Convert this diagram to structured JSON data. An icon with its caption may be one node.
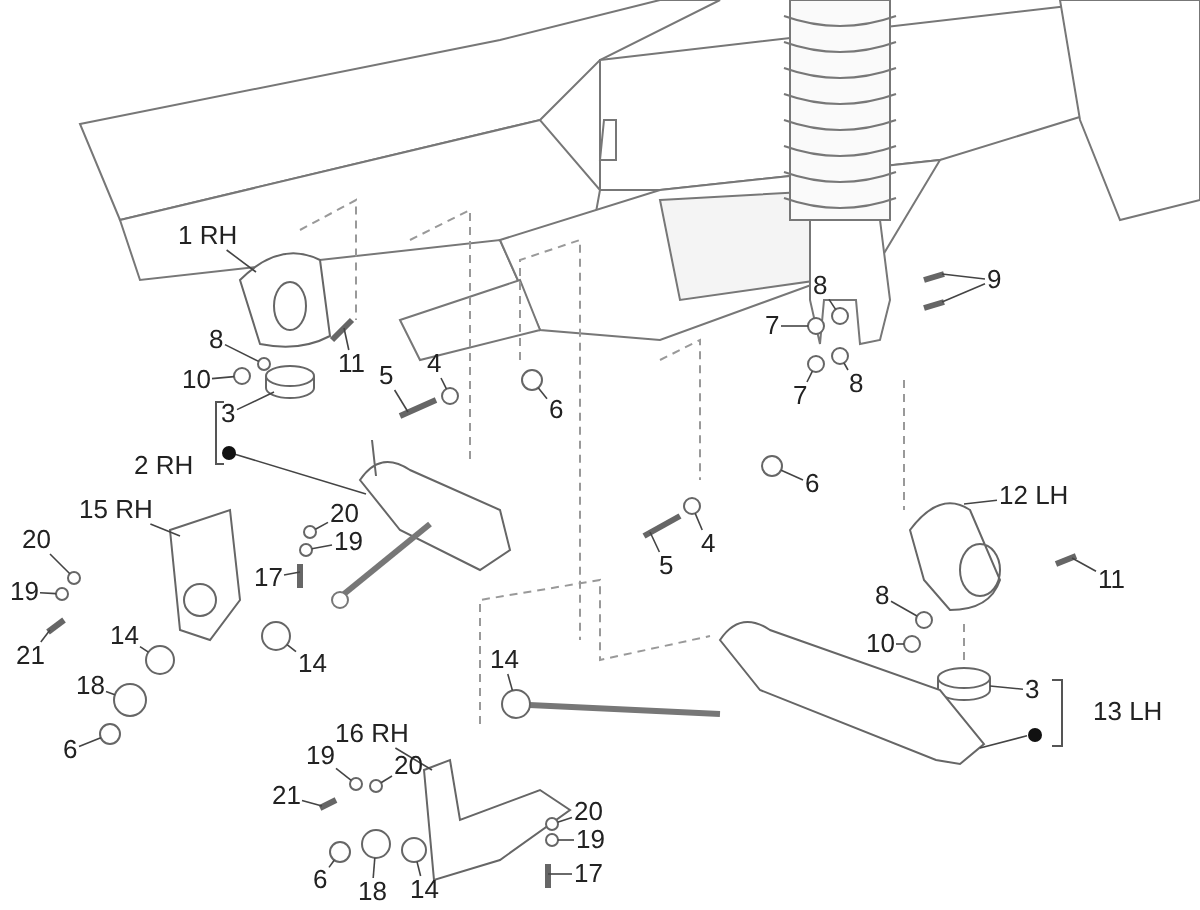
{
  "diagram": {
    "nodes": [
      {
        "text": [
          "1 RH"
        ]
      },
      {
        "text": [
          "8"
        ]
      },
      {
        "text": [
          "10"
        ]
      },
      {
        "text": [
          "11"
        ]
      },
      {
        "text": [
          "3"
        ]
      },
      {
        "text": [],
        "shape": "circle"
      },
      {
        "text": [
          "5"
        ]
      },
      {
        "text": [
          "4"
        ]
      },
      {
        "text": [
          "6"
        ]
      },
      {
        "text": [
          "7"
        ]
      },
      {
        "text": [
          "8"
        ]
      },
      {
        "text": [
          "8"
        ]
      },
      {
        "text": [
          "7"
        ]
      },
      {
        "text": [
          "9"
        ]
      },
      {
        "text": [
          "6"
        ]
      },
      {
        "text": [
          "5"
        ]
      },
      {
        "text": [
          "4"
        ]
      },
      {
        "text": [
          "12 LH"
        ]
      },
      {
        "text": [
          "11"
        ]
      },
      {
        "text": [
          "8"
        ]
      },
      {
        "text": [
          "10"
        ]
      },
      {
        "text": [
          "3"
        ]
      },
      {
        "text": [],
        "shape": "circle"
      },
      {
        "text": [
          "15 RH"
        ]
      },
      {
        "text": [
          "20"
        ]
      },
      {
        "text": [
          "19"
        ]
      },
      {
        "text": [
          "17"
        ]
      },
      {
        "text": [
          "20"
        ]
      },
      {
        "text": [
          "19"
        ]
      },
      {
        "text": [
          "21"
        ]
      },
      {
        "text": [
          "14"
        ]
      },
      {
        "text": [
          "14"
        ]
      },
      {
        "text": [
          "18"
        ]
      },
      {
        "text": [
          "6"
        ]
      },
      {
        "text": [
          "14"
        ]
      },
      {
        "text": [
          "16 RH"
        ]
      },
      {
        "text": [
          "19"
        ]
      },
      {
        "text": [
          "20"
        ]
      },
      {
        "text": [
          "21"
        ]
      },
      {
        "text": [
          "6"
        ]
      },
      {
        "text": [
          "18"
        ]
      },
      {
        "text": [
          "14"
        ]
      },
      {
        "text": [
          "20"
        ]
      },
      {
        "text": [
          "19"
        ]
      },
      {
        "text": [
          "17"
        ]
      },
      {
        "text": [
          "2 RH"
        ]
      },
      {
        "text": [
          "13 LH"
        ]
      },
      {
        "text": [],
        "shape": "picture"
      },
      {
        "text": [],
        "shape": "circle"
      },
      {
        "text": [],
        "shape": "circle"
      },
      {
        "text": [],
        "shape": "picture"
      },
      {
        "text": [],
        "shape": "cylinder"
      },
      {
        "text": [],
        "shape": "picture"
      },
      {
        "text": [],
        "shape": "picture"
      },
      {
        "text": [],
        "shape": "circle"
      },
      {
        "text": [],
        "shape": "circle"
      },
      {
        "text": [],
        "shape": "circle"
      },
      {
        "text": [],
        "shape": "circle"
      },
      {
        "text": [],
        "shape": "circle"
      },
      {
        "text": [],
        "shape": "circle"
      },
      {
        "text": [],
        "shape": "picture"
      },
      {
        "text": [],
        "shape": "picture"
      },
      {
        "text": [],
        "shape": "circle"
      },
      {
        "text": [],
        "shape": "picture"
      },
      {
        "text": [],
        "shape": "circle"
      },
      {
        "text": [],
        "shape": "picture"
      },
      {
        "text": [],
        "shape": "picture"
      },
      {
        "text": [],
        "shape": "circle"
      },
      {
        "text": [],
        "shape": "circle"
      },
      {
        "text": [],
        "shape": "cylinder"
      },
      {
        "text": [],
        "shape": "picture"
      },
      {
        "text": [],
        "shape": "picture"
      },
      {
        "text": [],
        "shape": "circle"
      },
      {
        "text": [],
        "shape": "circle"
      },
      {
        "text": [],
        "shape": "picture"
      },
      {
        "text": [],
        "shape": "circle"
      },
      {
        "text": [],
        "shape": "circle"
      },
      {
        "text": [],
        "shape": "picture"
      },
      {
        "text": [],
        "shape": "circle"
      },
      {
        "text": [],
        "shape": "circle"
      },
      {
        "text": [],
        "shape": "circle"
      },
      {
        "text": [],
        "shape": "circle"
      },
      {
        "text": [],
        "shape": "circle"
      },
      {
        "text": [],
        "shape": "picture"
      },
      {
        "text": [],
        "shape": "circle"
      },
      {
        "text": [],
        "shape": "circle"
      },
      {
        "text": [],
        "shape": "picture"
      },
      {
        "text": [],
        "shape": "circle"
      },
      {
        "text": [],
        "shape": "circle"
      },
      {
        "text": [],
        "shape": "circle"
      },
      {
        "text": [],
        "shape": "circle"
      },
      {
        "text": [],
        "shape": "circle"
      },
      {
        "text": [],
        "shape": "picture"
      }
    ],
    "edges": [
      {
        "from": 0,
        "to": 47,
        "arrow": "none"
      },
      {
        "from": 1,
        "to": 48,
        "arrow": "none"
      },
      {
        "from": 2,
        "to": 49,
        "arrow": "none"
      },
      {
        "from": 3,
        "to": 50,
        "arrow": "none"
      },
      {
        "from": 4,
        "to": 51,
        "arrow": "none"
      },
      {
        "from": 5,
        "to": 52,
        "arrow": "none"
      },
      {
        "from": 6,
        "to": 53,
        "arrow": "none"
      },
      {
        "from": 7,
        "to": 54,
        "arrow": "none"
      },
      {
        "from": 8,
        "to": 55,
        "arrow": "none"
      },
      {
        "from": 9,
        "to": 56,
        "arrow": "none"
      },
      {
        "from": 10,
        "to": 57,
        "arrow": "none"
      },
      {
        "from": 11,
        "to": 58,
        "arrow": "none"
      },
      {
        "from": 12,
        "to": 59,
        "arrow": "none"
      },
      {
        "from": 13,
        "to": 60,
        "arrow": "none"
      },
      {
        "from": 13,
        "to": 61,
        "arrow": "none"
      },
      {
        "from": 14,
        "to": 62,
        "arrow": "none"
      },
      {
        "from": 15,
        "to": 63,
        "arrow": "none"
      },
      {
        "from": 16,
        "to": 64,
        "arrow": "none"
      },
      {
        "from": 17,
        "to": 65,
        "arrow": "none"
      },
      {
        "from": 18,
        "to": 66,
        "arrow": "none"
      },
      {
        "from": 19,
        "to": 67,
        "arrow": "none"
      },
      {
        "from": 20,
        "to": 68,
        "arrow": "none"
      },
      {
        "from": 21,
        "to": 69,
        "arrow": "none"
      },
      {
        "from": 22,
        "to": 70,
        "arrow": "none"
      },
      {
        "from": 23,
        "to": 71,
        "arrow": "none"
      },
      {
        "from": 24,
        "to": 72,
        "arrow": "none"
      },
      {
        "from": 25,
        "to": 73,
        "arrow": "none"
      },
      {
        "from": 26,
        "to": 74,
        "arrow": "none"
      },
      {
        "from": 27,
        "to": 75,
        "arrow": "none"
      },
      {
        "from": 28,
        "to": 76,
        "arrow": "none"
      },
      {
        "from": 29,
        "to": 77,
        "arrow": "none"
      },
      {
        "from": 30,
        "to": 78,
        "arrow": "none"
      },
      {
        "from": 31,
        "to": 79,
        "arrow": "none"
      },
      {
        "from": 32,
        "to": 80,
        "arrow": "none"
      },
      {
        "from": 33,
        "to": 81,
        "arrow": "none"
      },
      {
        "from": 34,
        "to": 82,
        "arrow": "none"
      },
      {
        "from": 35,
        "to": 83,
        "arrow": "none"
      },
      {
        "from": 36,
        "to": 84,
        "arrow": "none"
      },
      {
        "from": 37,
        "to": 85,
        "arrow": "none"
      },
      {
        "from": 38,
        "to": 86,
        "arrow": "none"
      },
      {
        "from": 39,
        "to": 87,
        "arrow": "none"
      },
      {
        "from": 40,
        "to": 88,
        "arrow": "none"
      },
      {
        "from": 41,
        "to": 89,
        "arrow": "none"
      },
      {
        "from": 42,
        "to": 90,
        "arrow": "none"
      },
      {
        "from": 43,
        "to": 91,
        "arrow": "none"
      },
      {
        "from": 44,
        "to": 92,
        "arrow": "none"
      }
    ]
  }
}
